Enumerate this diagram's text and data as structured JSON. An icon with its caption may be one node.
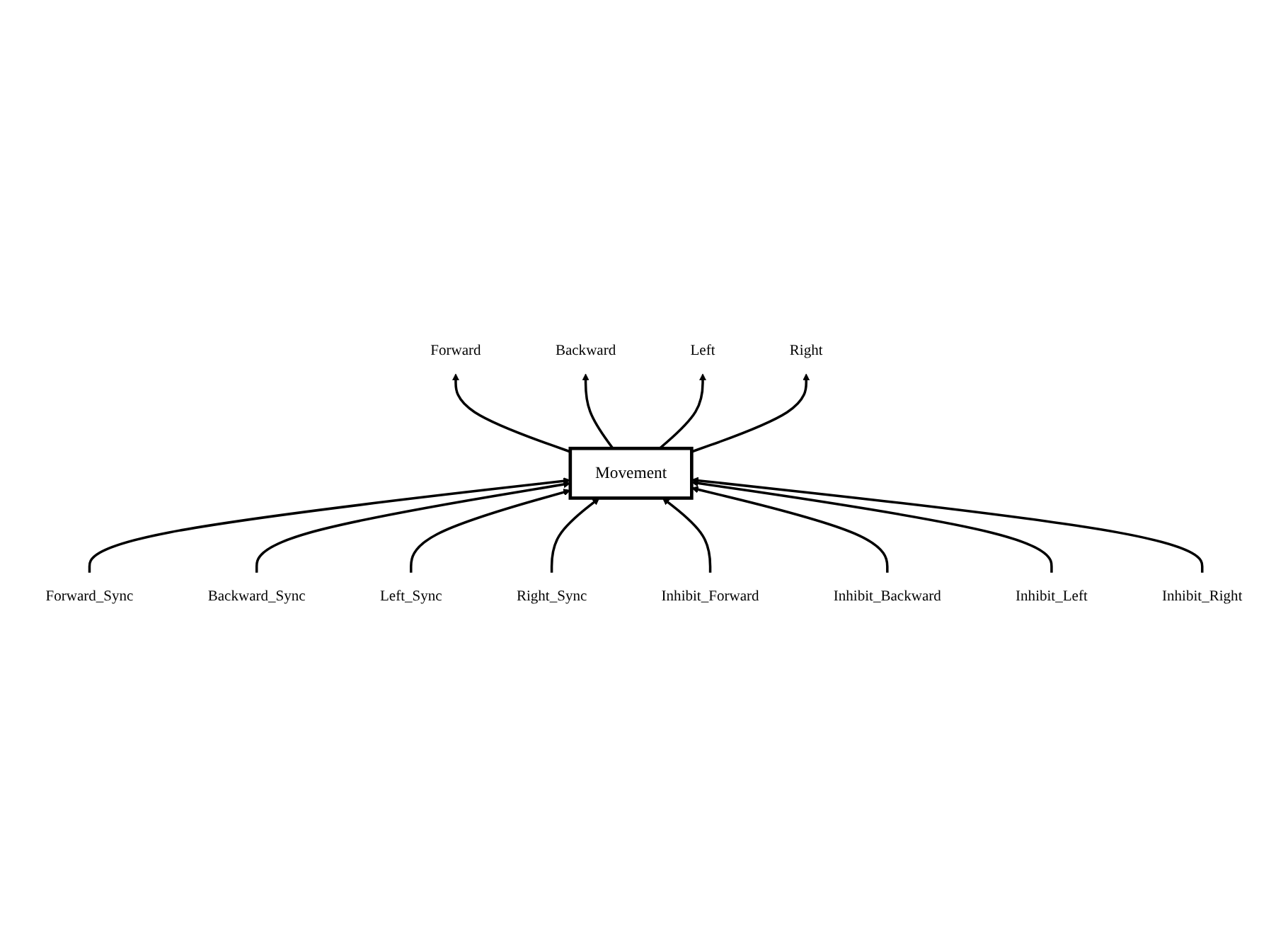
{
  "diagram": {
    "nodes": [
      {
        "text": [
          "Forward"
        ]
      },
      {
        "text": [
          "Backward"
        ]
      },
      {
        "text": [
          "Left"
        ]
      },
      {
        "text": [
          "Right"
        ]
      },
      {
        "text": [
          "Movement"
        ]
      },
      {
        "text": [
          "Forward_Sync"
        ]
      },
      {
        "text": [
          "Backward_Sync"
        ]
      },
      {
        "text": [
          "Left_Sync"
        ]
      },
      {
        "text": [
          "Right_Sync"
        ]
      },
      {
        "text": [
          "Inhibit_Forward"
        ]
      },
      {
        "text": [
          "Inhibit_Backward"
        ]
      },
      {
        "text": [
          "Inhibit_Left"
        ]
      },
      {
        "text": [
          "Inhibit_Right"
        ]
      }
    ],
    "edges": [
      {
        "from": 5,
        "to": 4,
        "arrow": "to"
      },
      {
        "from": 6,
        "to": 4,
        "arrow": "to"
      },
      {
        "from": 7,
        "to": 4,
        "arrow": "to"
      },
      {
        "from": 8,
        "to": 4,
        "arrow": "to"
      },
      {
        "from": 9,
        "to": 4,
        "arrow": "to"
      },
      {
        "from": 10,
        "to": 4,
        "arrow": "to"
      },
      {
        "from": 11,
        "to": 4,
        "arrow": "to"
      },
      {
        "from": 12,
        "to": 4,
        "arrow": "to"
      },
      {
        "from": 4,
        "to": 0,
        "arrow": "to"
      },
      {
        "from": 4,
        "to": 1,
        "arrow": "to"
      },
      {
        "from": 4,
        "to": 2,
        "arrow": "to"
      },
      {
        "from": 4,
        "to": 3,
        "arrow": "to"
      }
    ]
  }
}
